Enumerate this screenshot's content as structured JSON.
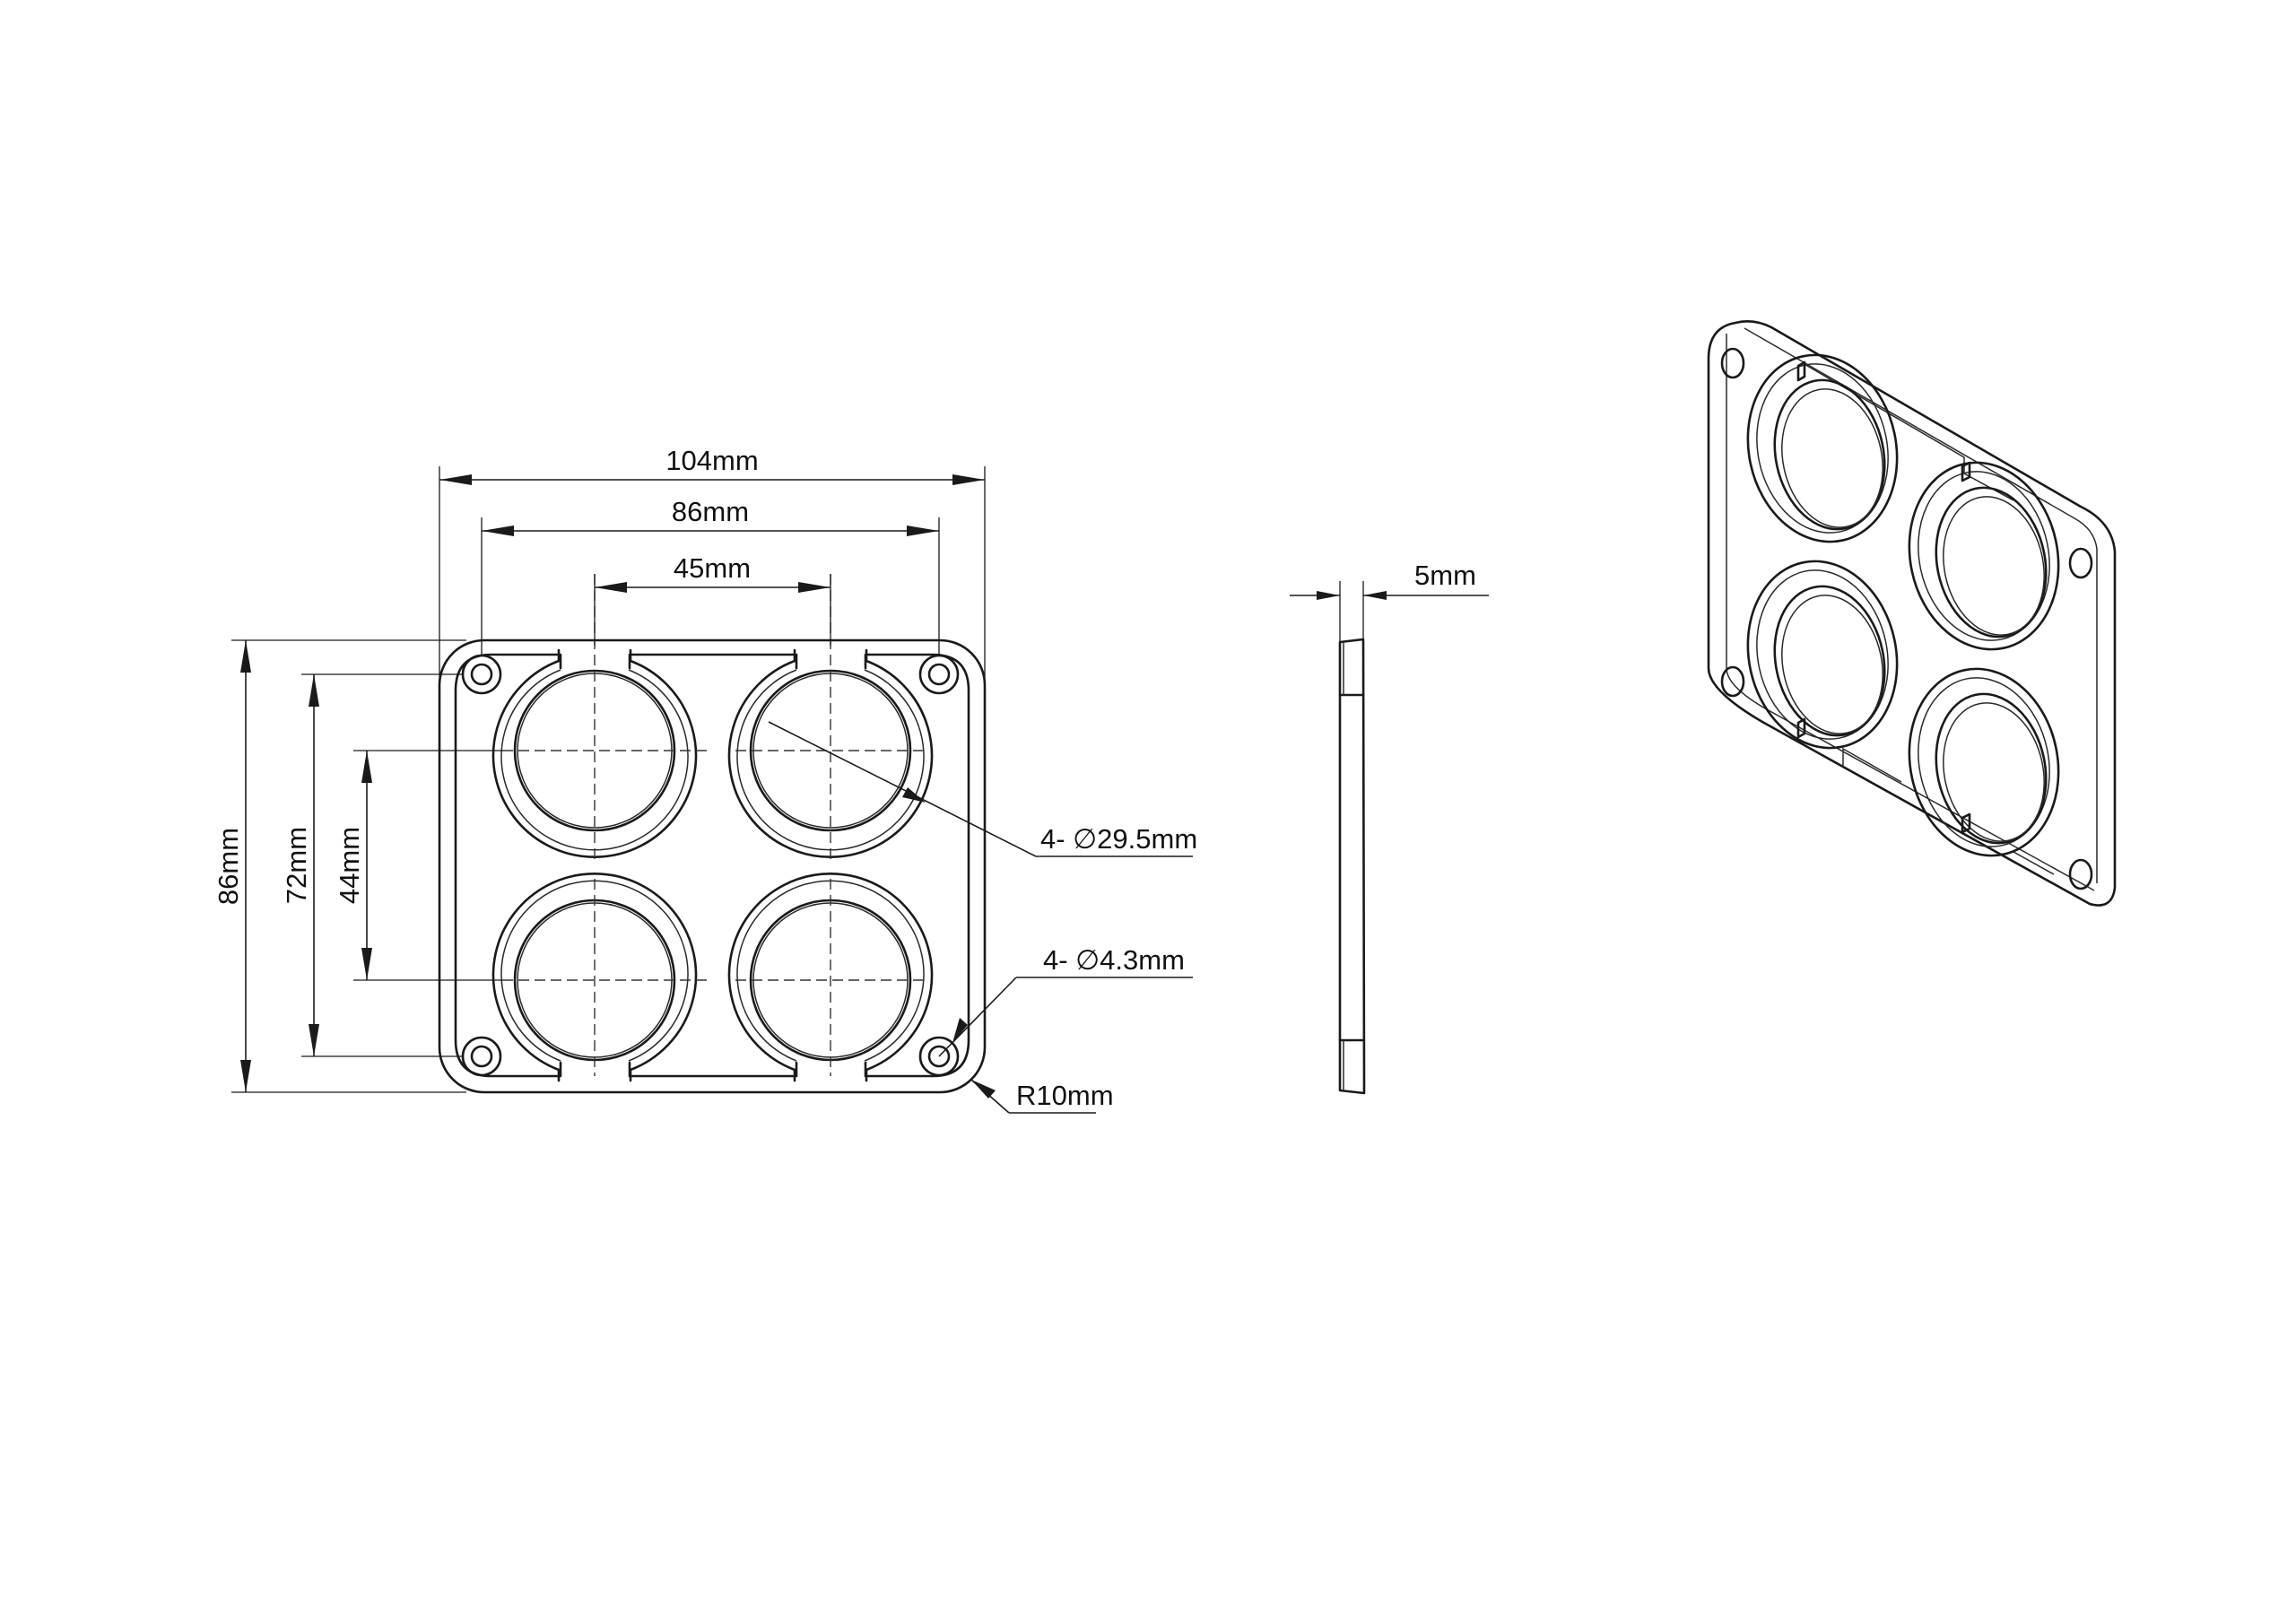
{
  "labels": {
    "width_104": "104mm",
    "width_86": "86mm",
    "spacing_45": "45mm",
    "height_86": "86mm",
    "height_72": "72mm",
    "spacing_44": "44mm",
    "large_holes": "4- ∅29.5mm",
    "small_holes": "4- ∅4.3mm",
    "corner_radius": "R10mm",
    "thickness": "5mm"
  }
}
